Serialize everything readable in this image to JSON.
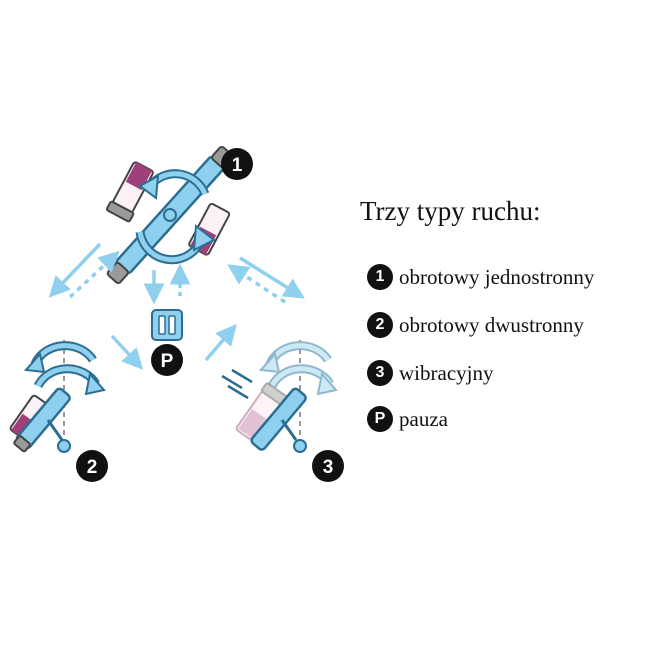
{
  "legend": {
    "title": "Trzy typy ruchu:",
    "items": [
      {
        "badge": "1",
        "label": "obrotowy jednostronny"
      },
      {
        "badge": "2",
        "label": "obrotowy dwustronny"
      },
      {
        "badge": "3",
        "label": "wibracyjny"
      },
      {
        "badge": "P",
        "label": "pauza"
      }
    ]
  },
  "diagram": {
    "markers": {
      "one": "1",
      "two": "2",
      "three": "3",
      "pause": "P"
    },
    "pause_symbol": "II"
  },
  "colors": {
    "arrow_blue": "#8fd0ee",
    "arrow_stroke": "#2b6e92",
    "arrow_faded": "#cde9f6",
    "tube_cap": "#9a9a9a",
    "tube_liquid": "#a0407a",
    "tube_liquid_faded": "#d8a8c4",
    "badge": "#111111"
  }
}
